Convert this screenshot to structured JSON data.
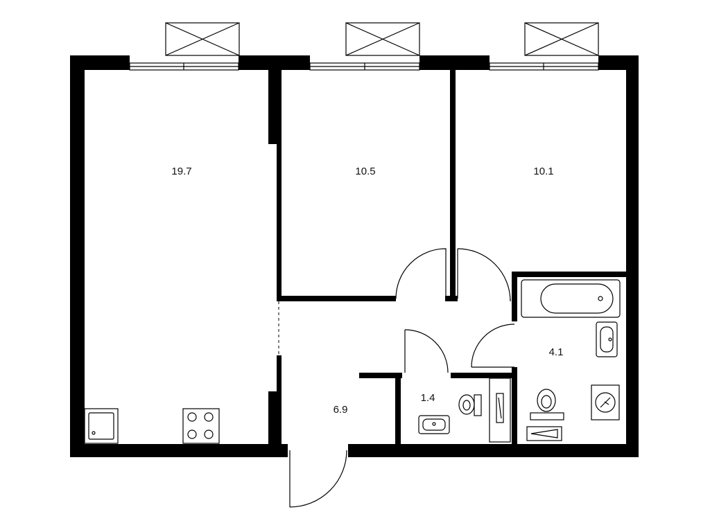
{
  "rooms": [
    {
      "id": "living-kitchen",
      "area": "19.7"
    },
    {
      "id": "bedroom-1",
      "area": "10.5"
    },
    {
      "id": "bedroom-2",
      "area": "10.1"
    },
    {
      "id": "bathroom",
      "area": "4.1"
    },
    {
      "id": "toilet",
      "area": "1.4"
    },
    {
      "id": "hallway",
      "area": "6.9"
    }
  ],
  "colors": {
    "wall": "#000000",
    "background": "#ffffff"
  }
}
